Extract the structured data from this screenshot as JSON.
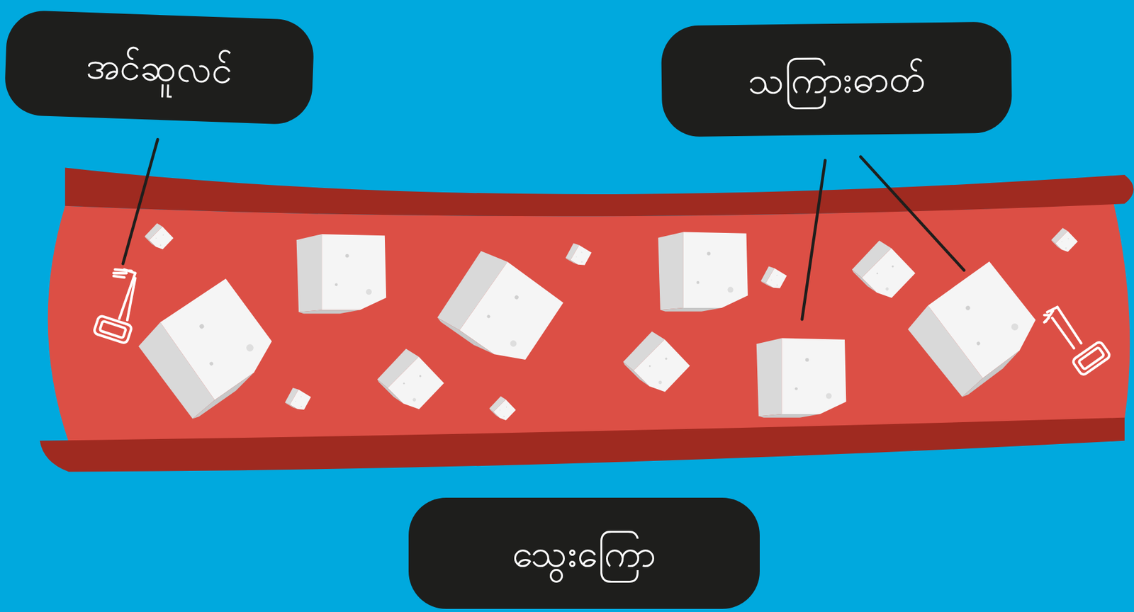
{
  "diagram": {
    "nodes": [
      {
        "text": [
          "အင်ဆူလင်"
        ]
      },
      {
        "text": [
          "သကြားဓာတ်"
        ]
      },
      {
        "text": [
          "သွေးကြော"
        ]
      }
    ]
  }
}
